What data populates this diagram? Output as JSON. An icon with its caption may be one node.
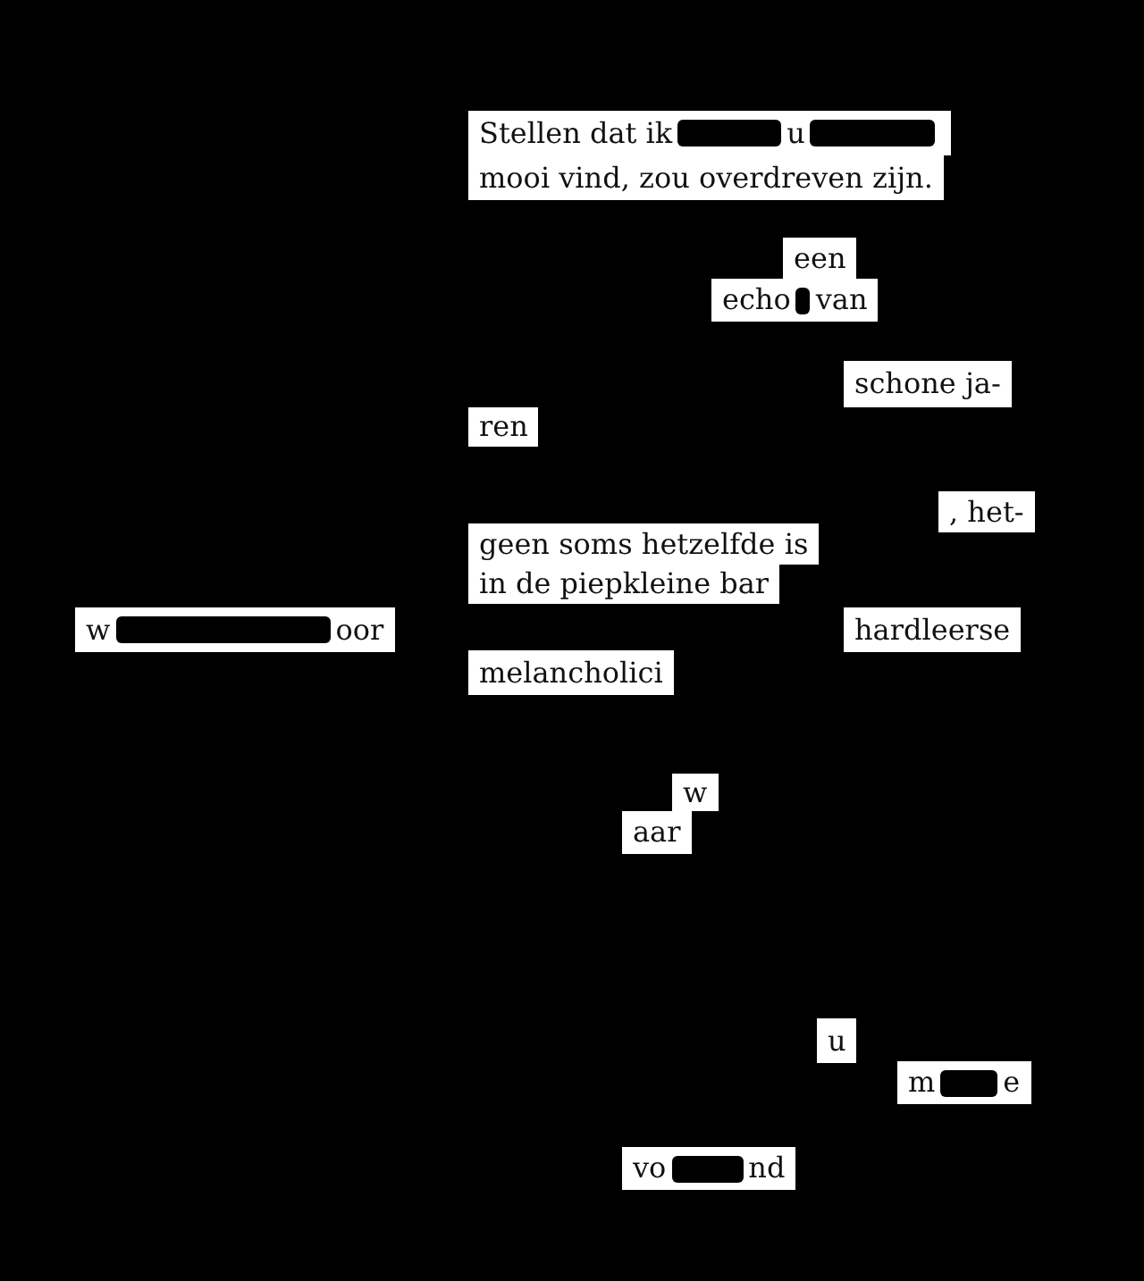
{
  "diagram": {
    "labels": [
      "Stellen dat ik",
      "u",
      "mooi vind, zou overdreven zijn.",
      "een",
      "echo",
      "van",
      "schone ja-",
      "ren",
      ", het-",
      "geen soms hetzelfde is",
      "in de piepkleine bar",
      "w",
      "oor",
      "hardleerse",
      "melancholici",
      "w",
      "aar",
      "u",
      "m",
      "e",
      "vo",
      "nd"
    ]
  }
}
